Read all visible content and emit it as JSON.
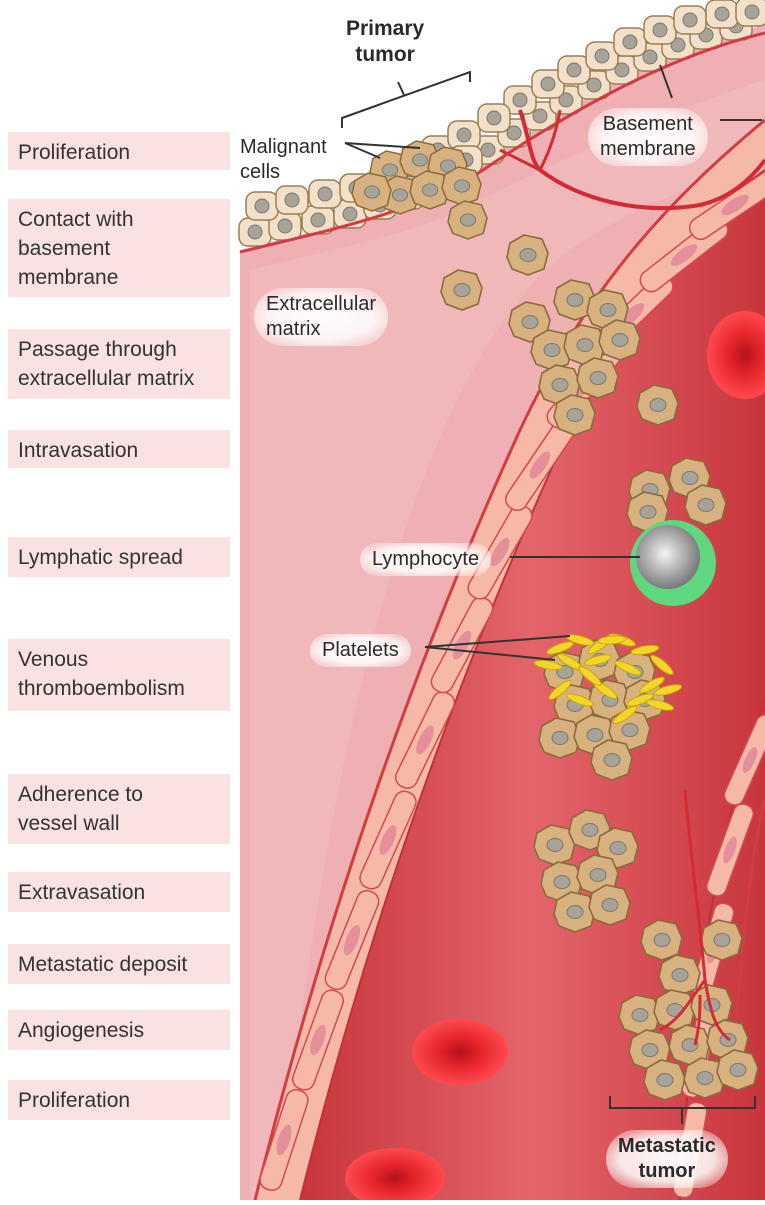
{
  "steps": [
    "Proliferation",
    "Contact with\nbasement\nmembrane",
    "Passage through\nextracellular matrix",
    "Intravasation",
    "Lymphatic spread",
    "Venous\nthromboembolism",
    "Adherence to\nvessel wall",
    "Extravasation",
    "Metastatic deposit",
    "Angiogenesis",
    "Proliferation"
  ],
  "labels": {
    "primary_tumor": "Primary\ntumor",
    "malignant_cells": "Malignant\ncells",
    "basement_membrane": "Basement\nmembrane",
    "extracellular_matrix": "Extracellular\nmatrix",
    "lymphocyte": "Lymphocyte",
    "platelets": "Platelets",
    "metastatic_tumor": "Metastatic\ntumor"
  },
  "colors": {
    "tissue": "#efb0b3",
    "vessel_lumen": "#d9484e",
    "endothelium": "#f7b9a7",
    "tumor_cell": "#d7b27e",
    "nucleus": "#a7a399",
    "rbc": "#e21f26",
    "lymphocyte": "#5fd77f",
    "platelet": "#f4d62b",
    "step_box": "#f9e2e1"
  }
}
